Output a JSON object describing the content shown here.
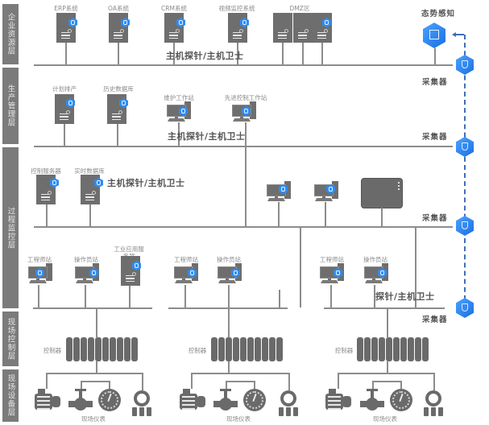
{
  "layers": [
    {
      "label": "企业资源层"
    },
    {
      "label": "生产管理层"
    },
    {
      "label": "过程监控层"
    },
    {
      "label": "现场控制层"
    },
    {
      "label": "现场设备层"
    }
  ],
  "enterprise": {
    "nodes": [
      "ERP系统",
      "OA系统",
      "CRM系统",
      "视频监控系统",
      "DMZ区"
    ],
    "probe_label": "主机探针/主机卫士"
  },
  "production": {
    "nodes": [
      "计划排产",
      "历史数据库",
      "维护工作站",
      "先进控制工作站"
    ],
    "probe_label": "主机探针/主机卫士"
  },
  "process": {
    "nodes": [
      "控制服务器",
      "实时数据库"
    ],
    "probe_label": "主机探针/主机卫士"
  },
  "control_groups": [
    {
      "nodes": [
        "工程师站",
        "操作员站",
        "工业应用服务器"
      ],
      "controller": "控制器",
      "field_label": "现场仪表"
    },
    {
      "nodes": [
        "工程师站",
        "操作员站"
      ],
      "controller": "控制器",
      "field_label": "现场仪表"
    },
    {
      "nodes": [
        "工程师站",
        "操作员站"
      ],
      "controller": "控制器",
      "field_label": "现场仪表",
      "probe_label": "探针/主机卫士"
    }
  ],
  "situational_awareness": {
    "label": "态势感知"
  },
  "collector_label": "采集器",
  "colors": {
    "accent": "#2f8cf0",
    "device": "#6e6e6e",
    "layer_bg": "#7b7b7b",
    "dashed": "#3f6fb5"
  }
}
